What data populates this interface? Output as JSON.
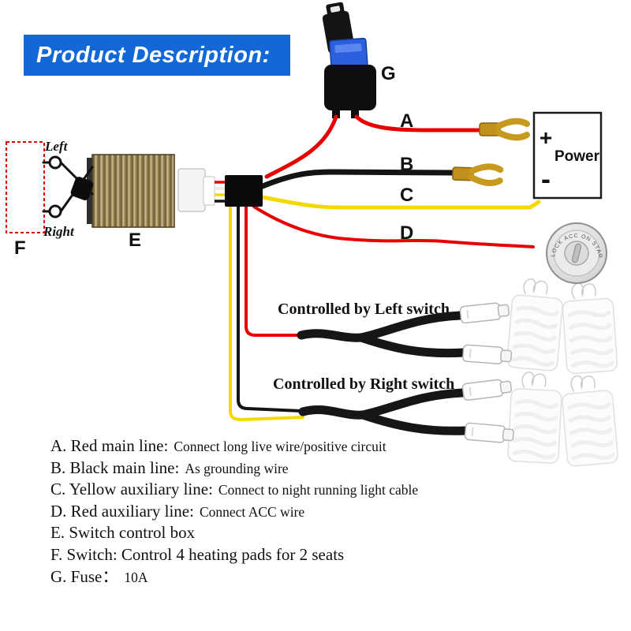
{
  "banner": {
    "title": "Product Description:"
  },
  "labels": {
    "a": "A",
    "b": "B",
    "c": "C",
    "d": "D",
    "e": "E",
    "f": "F",
    "g": "G"
  },
  "switch": {
    "left": "Left",
    "right": "Right"
  },
  "power": {
    "title": "Power",
    "plus": "+",
    "minus": "-"
  },
  "ignition": {
    "markings": "LOCK  ACC  ON  START"
  },
  "cables": {
    "left_label": "Controlled by Left switch",
    "right_label": "Controlled by Right switch"
  },
  "legend": [
    {
      "label": "A. Red main line:",
      "detail": "Connect long live wire/positive circuit"
    },
    {
      "label": "B. Black main line:",
      "detail": "As grounding wire"
    },
    {
      "label": "C. Yellow auxiliary line:",
      "detail": "Connect to night running light cable"
    },
    {
      "label": "D. Red auxiliary line:",
      "detail": "Connect ACC wire"
    },
    {
      "label": "E. Switch control box",
      "detail": ""
    },
    {
      "label": "F. Switch: Control 4 heating pads for 2 seats",
      "detail": ""
    },
    {
      "label": "G. Fuse：",
      "detail": "10A"
    }
  ],
  "colors": {
    "banner_bg": "#1268d6",
    "red_wire": "#e60000",
    "yellow_wire": "#f3d900",
    "black_wire": "#141414",
    "gold_terminal": "#c1901c",
    "fuse_blue": "#2a5fe0",
    "dashed_box": "#e60000"
  }
}
